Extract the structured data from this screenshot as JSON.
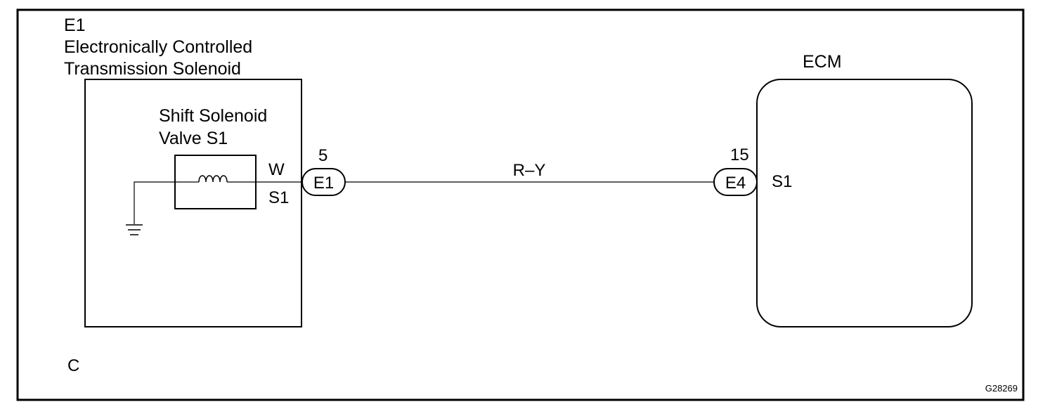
{
  "component": {
    "id": "E1",
    "name_line1": "Electronically Controlled",
    "name_line2": "Transmission Solenoid"
  },
  "solenoid": {
    "label_line1": "Shift Solenoid",
    "label_line2": "Valve S1",
    "wire_color": "W",
    "terminal": "S1"
  },
  "connector_left": {
    "pin": "5",
    "code": "E1"
  },
  "wire": {
    "color_code": "R–Y"
  },
  "connector_right": {
    "pin": "15",
    "code": "E4"
  },
  "ecm": {
    "title": "ECM",
    "terminal": "S1"
  },
  "footer": {
    "corner_letter": "C",
    "figure_code": "G28269"
  }
}
